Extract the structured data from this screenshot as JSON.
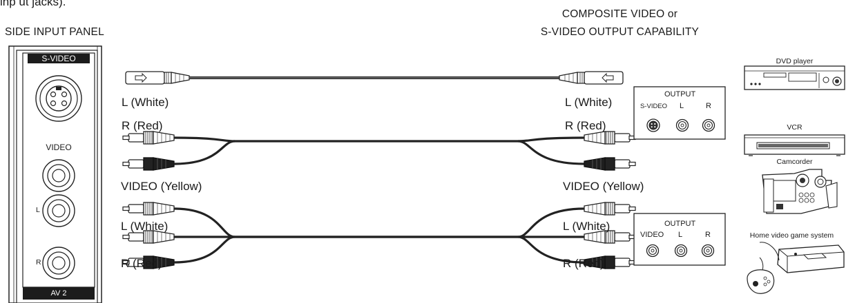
{
  "top_fragment": "inp ut jacks).",
  "side_panel": {
    "title": "SIDE INPUT PANEL",
    "svideo_label": "S-VIDEO",
    "video_label": "VIDEO",
    "l_label": "L",
    "r_label": "R",
    "bottom_label": "AV 2"
  },
  "output_capability": {
    "line1": "COMPOSITE VIDEO or",
    "line2": "S-VIDEO OUTPUT CAPABILITY"
  },
  "cables_top": {
    "left_l": "L (White)",
    "left_r": "R (Red)",
    "right_l": "L (White)",
    "right_r": "R (Red)"
  },
  "cables_bottom": {
    "left_video": "VIDEO  (Yellow)",
    "left_l": "L (White)",
    "left_r": "R (Red)",
    "right_video": "VIDEO (Yellow)",
    "right_l": "L (White)",
    "right_r": "R (Red)"
  },
  "output_box_1": {
    "title": "OUTPUT",
    "col1": "S-VIDEO",
    "col2": "L",
    "col3": "R"
  },
  "output_box_2": {
    "title": "OUTPUT",
    "col1": "VIDEO",
    "col2": "L",
    "col3": "R"
  },
  "devices": {
    "dvd": "DVD player",
    "vcr": "VCR",
    "camcorder": "Camcorder",
    "game": "Home video game system"
  }
}
